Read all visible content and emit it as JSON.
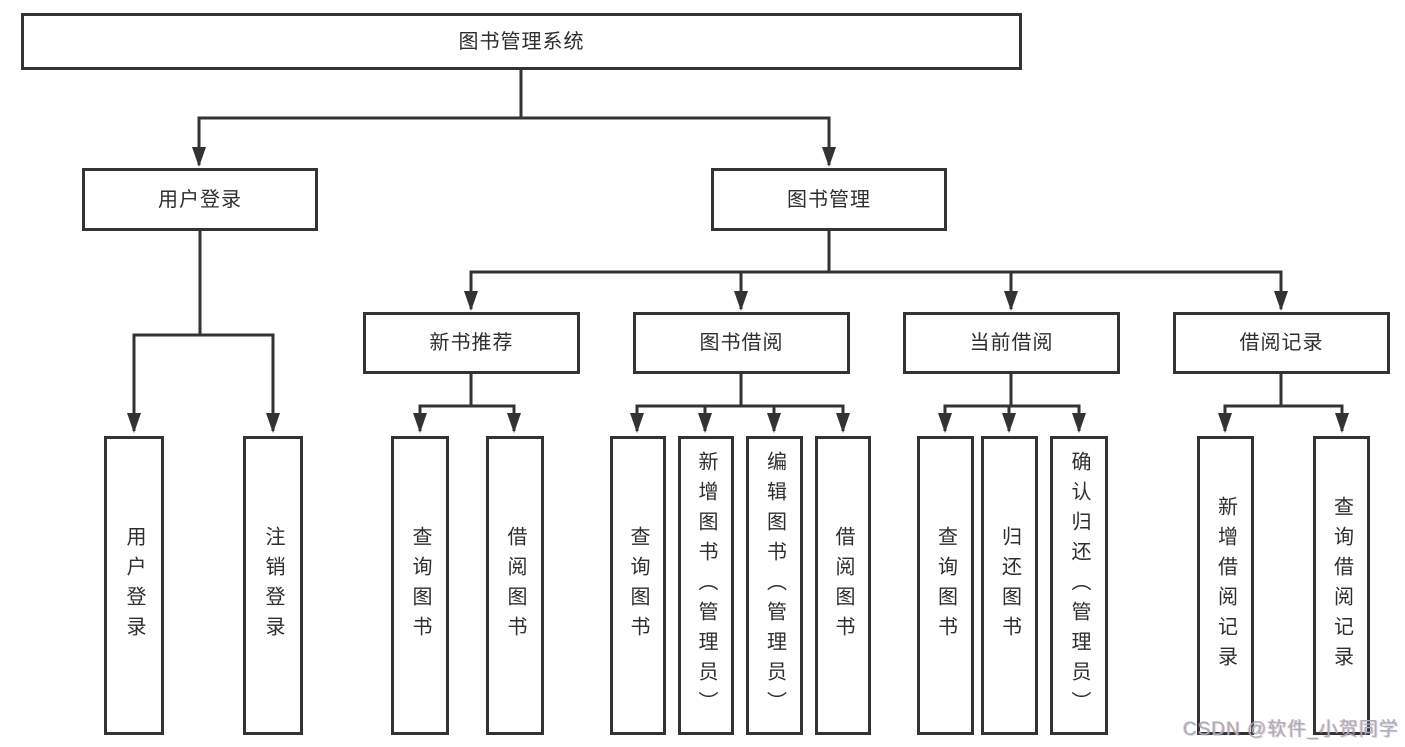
{
  "diagram": {
    "title": "图书管理系统",
    "root": {
      "label": "图书管理系统"
    },
    "branches": [
      {
        "label": "用户登录",
        "children": [
          {
            "label": "用户登录"
          },
          {
            "label": "注销登录"
          }
        ]
      },
      {
        "label": "图书管理",
        "sections": [
          {
            "label": "新书推荐",
            "children": [
              {
                "label": "查询图书"
              },
              {
                "label": "借阅图书"
              }
            ]
          },
          {
            "label": "图书借阅",
            "children": [
              {
                "label": "查询图书"
              },
              {
                "label": "新增图书（管理员）"
              },
              {
                "label": "编辑图书（管理员）"
              },
              {
                "label": "借阅图书"
              }
            ]
          },
          {
            "label": "当前借阅",
            "children": [
              {
                "label": "查询图书"
              },
              {
                "label": "归还图书"
              },
              {
                "label": "确认归还（管理员）"
              }
            ]
          },
          {
            "label": "借阅记录",
            "children": [
              {
                "label": "新增借阅记录"
              },
              {
                "label": "查询借阅记录"
              }
            ]
          }
        ]
      }
    ],
    "line_color": "#333333",
    "box_background": "#ffffff"
  },
  "watermark": {
    "text": "CSDN @软件_小贺同学"
  }
}
